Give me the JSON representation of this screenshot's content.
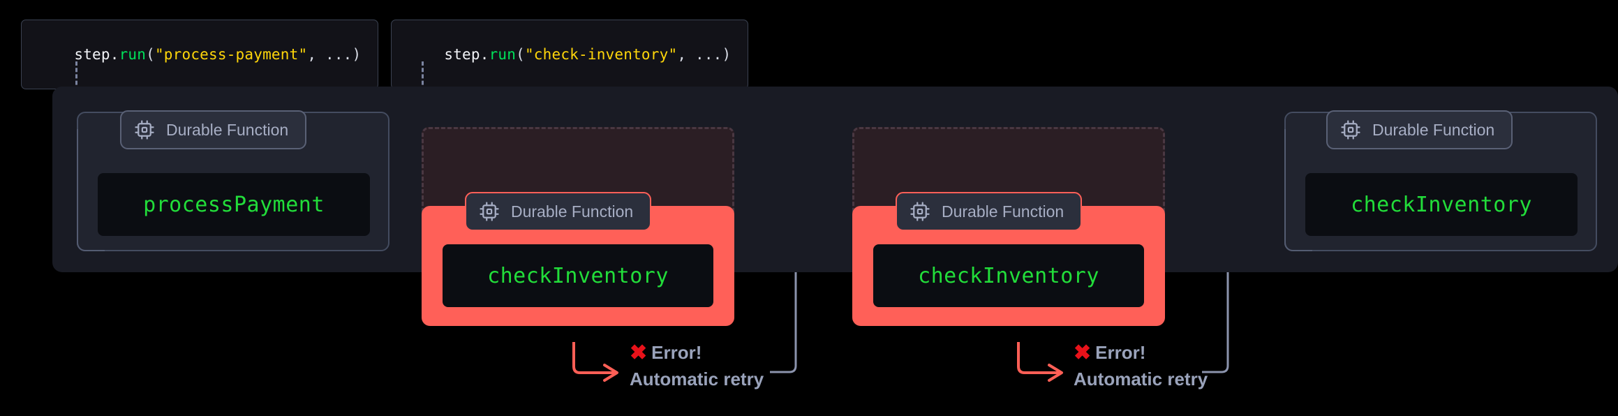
{
  "diagram": {
    "title": "Durable function automatic retry flow",
    "colors": {
      "background": "#000000",
      "panel": "#191b24",
      "card_border": "#444c60",
      "badge_bg": "#2b2f3c",
      "badge_border": "#5a6176",
      "code_green": "#22dd3a",
      "string_yellow": "#ffd60a",
      "fn_green": "#00e05a",
      "fail_red": "#ff6058",
      "error_red": "#e8121a",
      "text_muted": "#9aa3bb",
      "connector": "#7b84a0"
    }
  },
  "callouts": [
    {
      "id": "process-payment",
      "prefix": "step.",
      "fn": "run",
      "open": "(",
      "arg": "\"process-payment\"",
      "rest": ", ...)"
    },
    {
      "id": "check-inventory",
      "prefix": "step.",
      "fn": "run",
      "open": "(",
      "arg": "\"check-inventory\"",
      "rest": ", ...)"
    }
  ],
  "badge": {
    "label": "Durable Function",
    "icon": "cpu-icon"
  },
  "steps": [
    {
      "id": "step-1",
      "state": "success",
      "badge": "Durable Function",
      "fn_name": "processPayment"
    },
    {
      "id": "step-2",
      "state": "failed",
      "badge": "Durable Function",
      "fn_name": "checkInventory"
    },
    {
      "id": "step-3",
      "state": "failed",
      "badge": "Durable Function",
      "fn_name": "checkInventory"
    },
    {
      "id": "step-4",
      "state": "success",
      "badge": "Durable Function",
      "fn_name": "checkInventory"
    }
  ],
  "errors": [
    {
      "id": "error-1",
      "mark": "✖",
      "title": "Error!",
      "subtitle": "Automatic retry"
    },
    {
      "id": "error-2",
      "mark": "✖",
      "title": "Error!",
      "subtitle": "Automatic retry"
    }
  ]
}
